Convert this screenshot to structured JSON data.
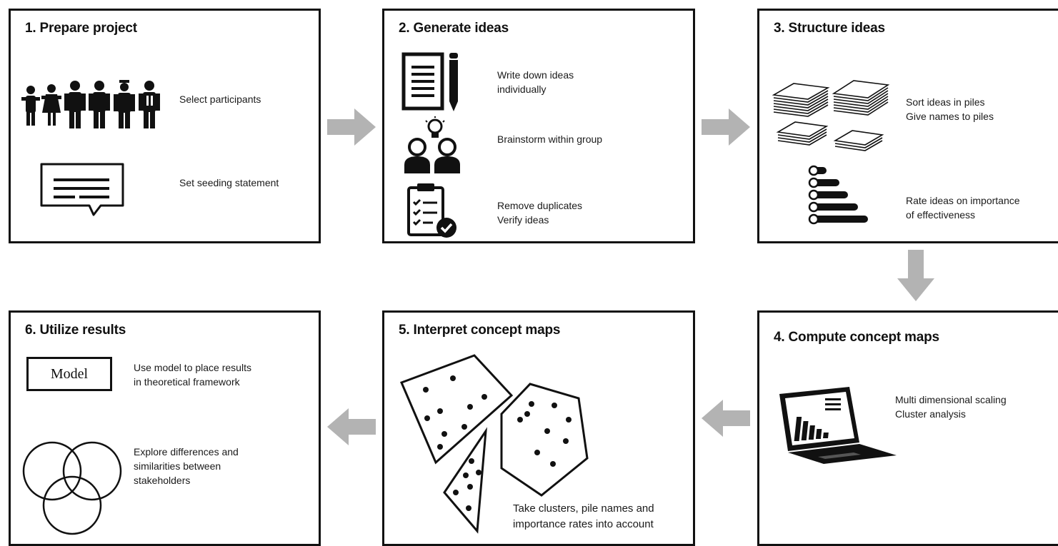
{
  "steps": [
    {
      "title": "1. Prepare project",
      "items": [
        {
          "icon": "people-icon",
          "lines": [
            "Select participants"
          ]
        },
        {
          "icon": "speech-bubble-icon",
          "lines": [
            "Set seeding statement"
          ]
        }
      ]
    },
    {
      "title": "2. Generate ideas",
      "items": [
        {
          "icon": "document-pencil-icon",
          "lines": [
            "Write down ideas",
            "individually"
          ]
        },
        {
          "icon": "brainstorm-group-icon",
          "lines": [
            "Brainstorm within group"
          ]
        },
        {
          "icon": "clipboard-check-icon",
          "lines": [
            "Remove duplicates",
            "Verify ideas"
          ]
        }
      ]
    },
    {
      "title": "3. Structure ideas",
      "items": [
        {
          "icon": "paper-piles-icon",
          "lines": [
            "Sort ideas in piles",
            "Give names to piles"
          ]
        },
        {
          "icon": "rating-scale-icon",
          "lines": [
            "Rate ideas on importance",
            "of effectiveness"
          ]
        }
      ]
    },
    {
      "title": "4. Compute concept maps",
      "items": [
        {
          "icon": "laptop-chart-icon",
          "lines": [
            "Multi dimensional scaling",
            "Cluster analysis"
          ]
        }
      ]
    },
    {
      "title": "5. Interpret concept maps",
      "items": [
        {
          "icon": "cluster-map-icon",
          "lines": [
            "Take clusters, pile names and",
            "importance rates into account"
          ]
        }
      ]
    },
    {
      "title": "6. Utilize results",
      "items": [
        {
          "icon": "model-box-icon",
          "label": "Model",
          "lines": [
            "Use model to place results",
            "in theoretical framework"
          ]
        },
        {
          "icon": "venn-diagram-icon",
          "lines": [
            "Explore differences and",
            "similarities between",
            "stakeholders"
          ]
        }
      ]
    }
  ],
  "colors": {
    "border": "#111111",
    "arrow": "#b3b3b3",
    "icon": "#111111"
  }
}
